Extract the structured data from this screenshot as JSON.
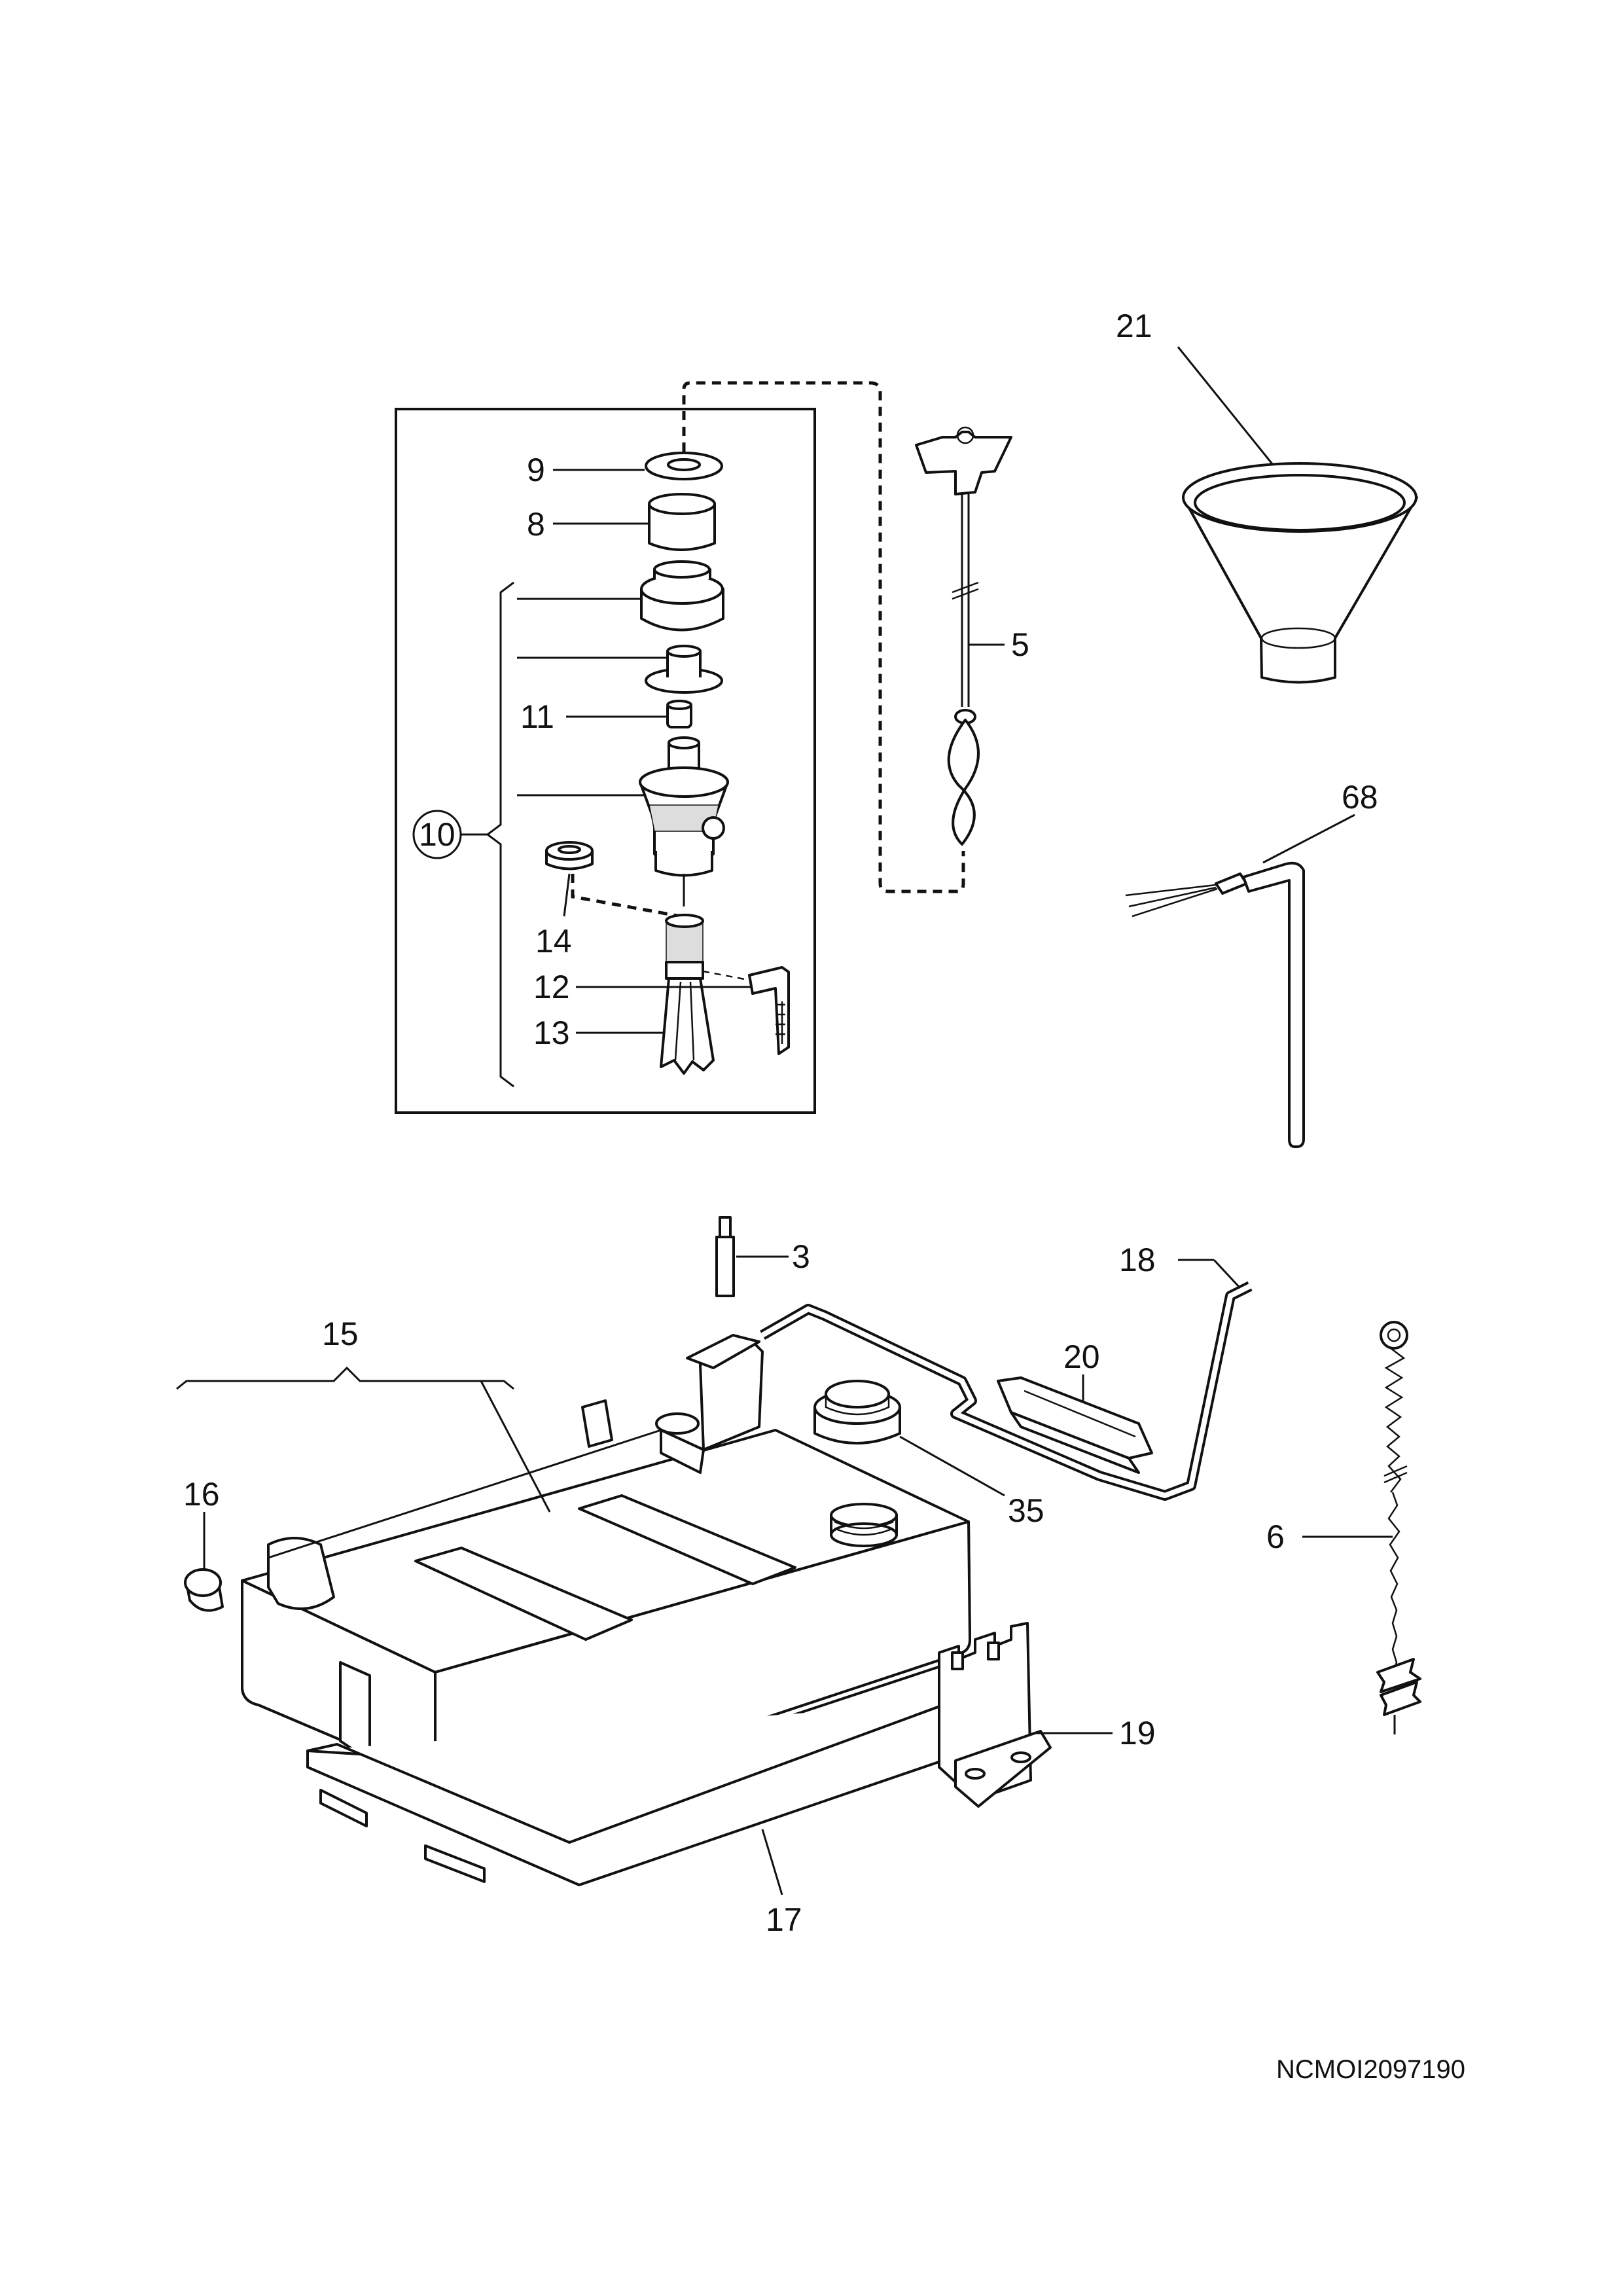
{
  "drawing_code": "NCMOI2097190",
  "callouts": {
    "c9": "9",
    "c8": "8",
    "c11": "11",
    "c10": "10",
    "c14": "14",
    "c12": "12",
    "c13": "13",
    "c5": "5",
    "c21": "21",
    "c68": "68",
    "c3": "3",
    "c18": "18",
    "c20": "20",
    "c15": "15",
    "c16": "16",
    "c35": "35",
    "c6": "6",
    "c19": "19",
    "c17": "17"
  }
}
